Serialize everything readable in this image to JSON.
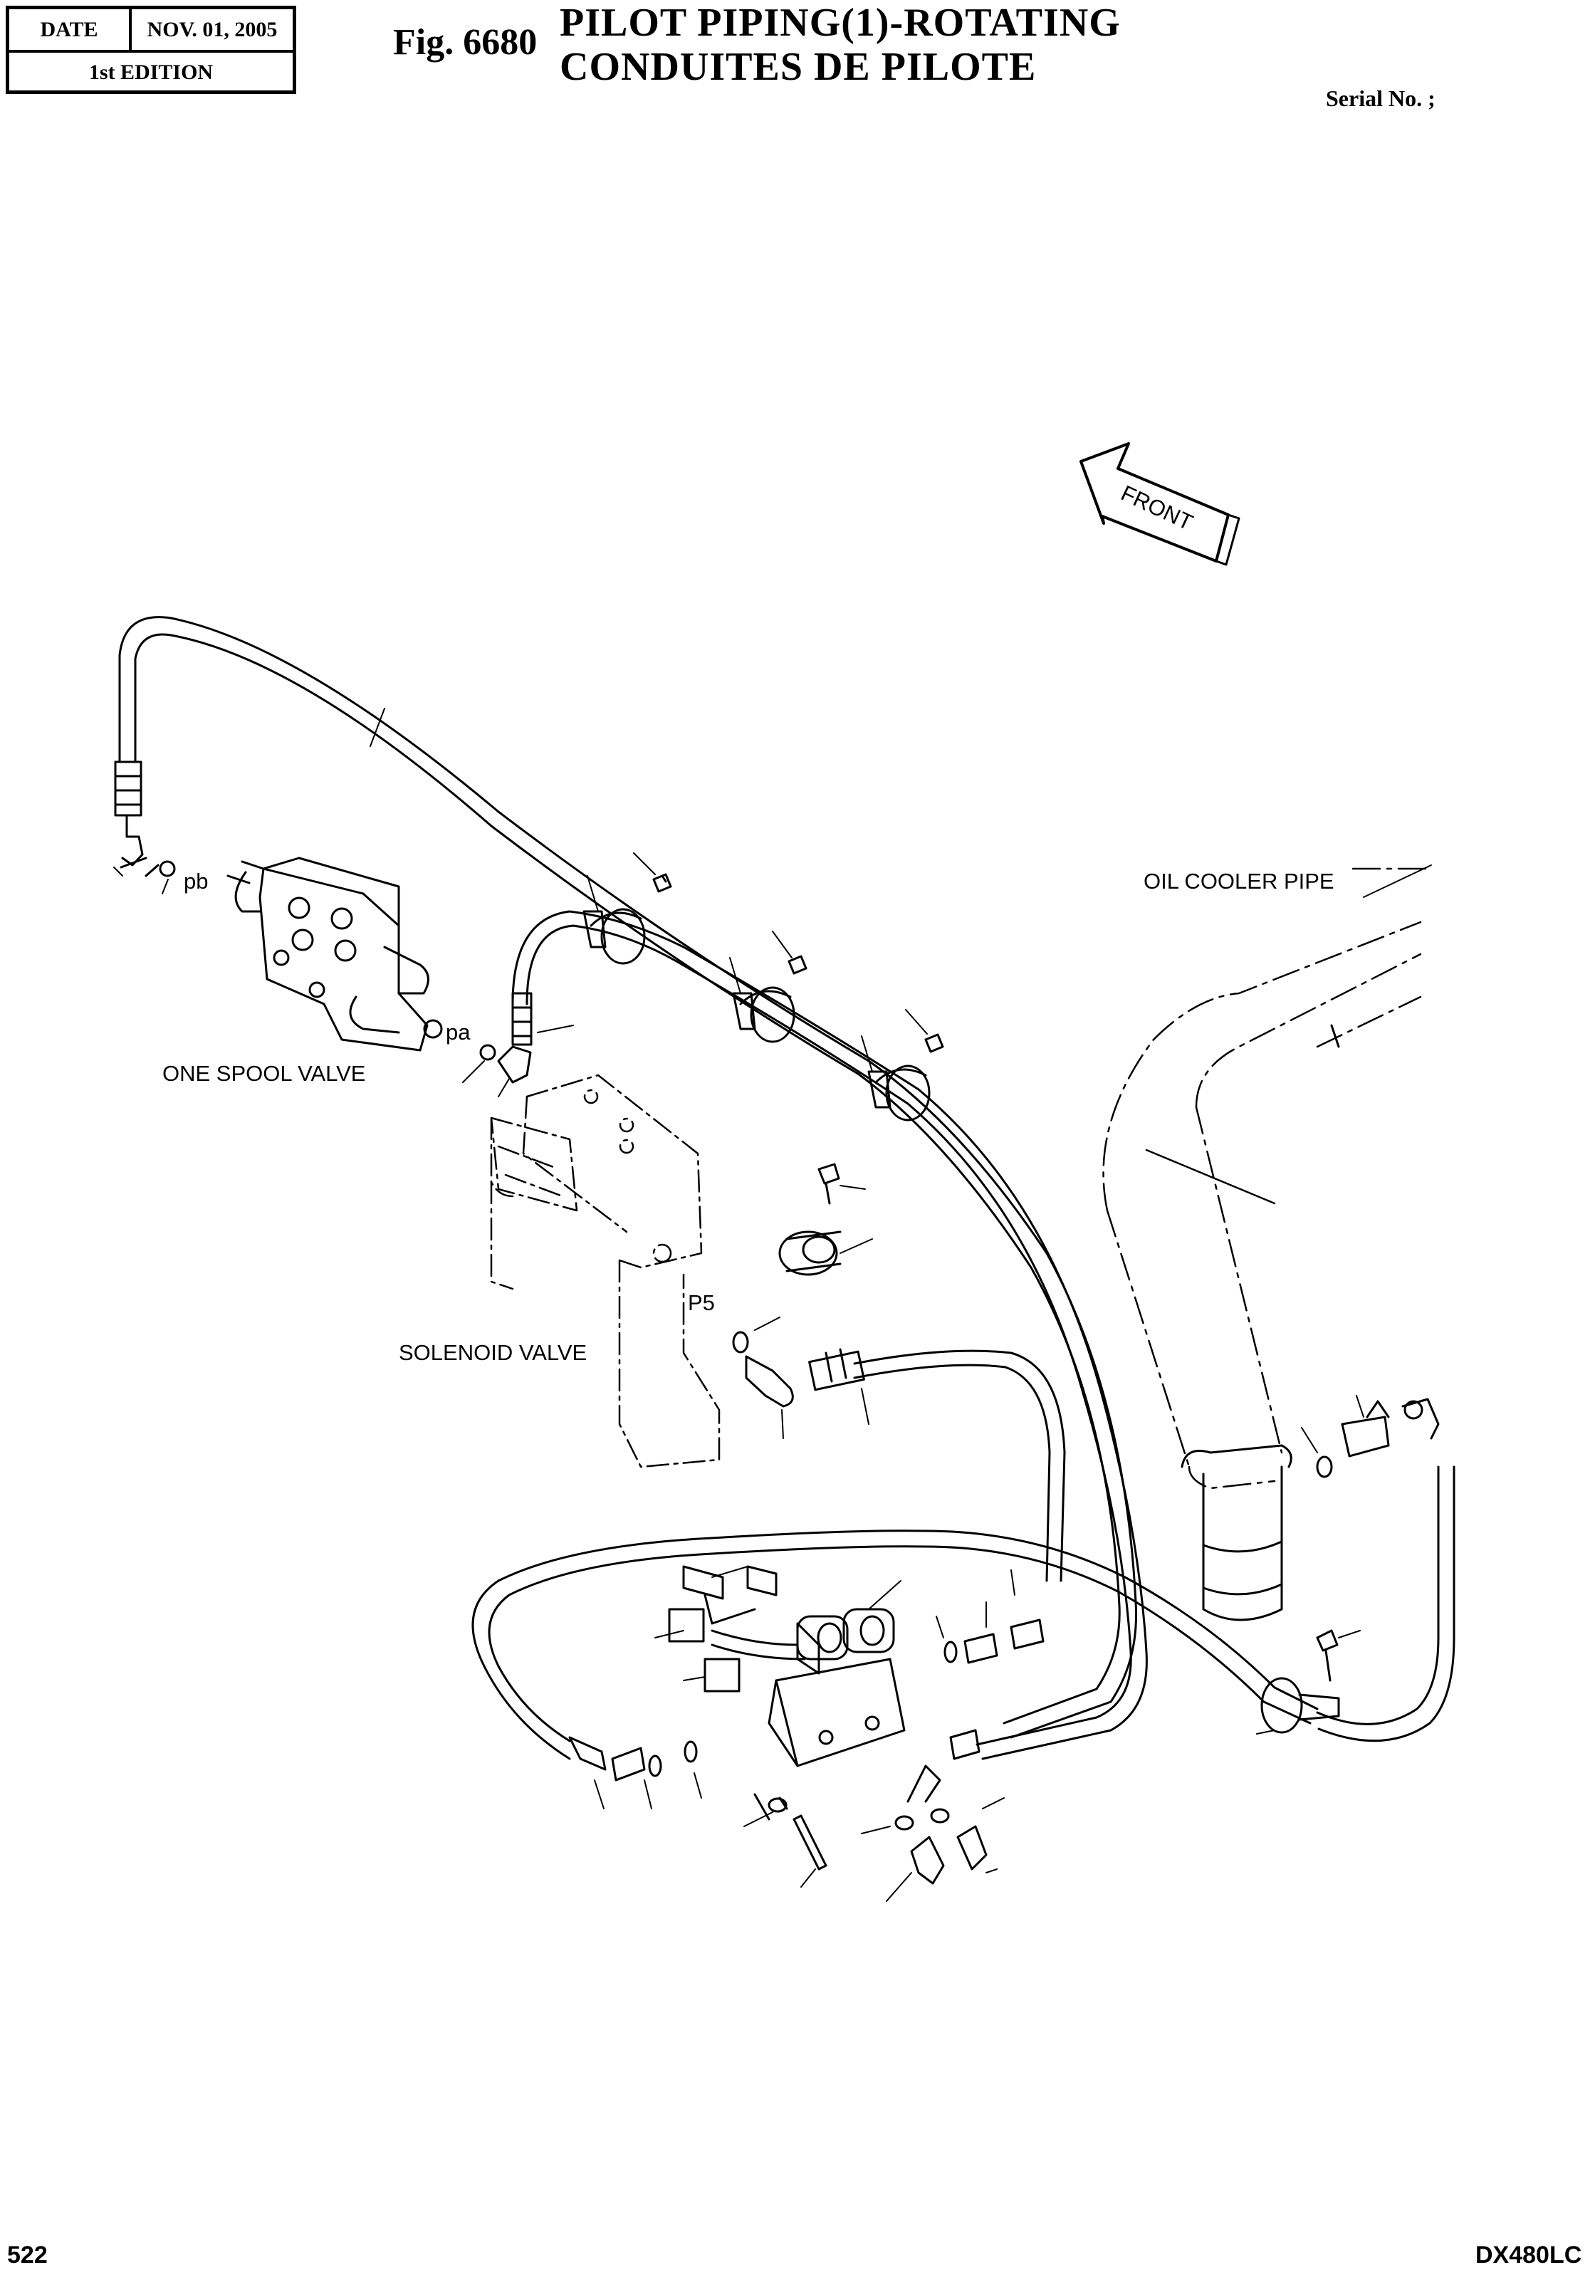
{
  "header": {
    "date_label": "DATE",
    "date_value": "NOV. 01, 2005",
    "edition": "1st EDITION",
    "fig_label": "Fig.  6680",
    "title_line1": "PILOT  PIPING(1)-ROTATING",
    "title_line2": "CONDUITES  DE  PILOTE",
    "serial": "Serial No. ;"
  },
  "diagram": {
    "front_arrow": "FRONT",
    "labels": {
      "oil_cooler_pipe": "OIL COOLER PIPE",
      "pb": "pb",
      "pa": "pa",
      "one_spool_valve": "ONE SPOOL VALVE",
      "p5": "P5",
      "solenoid_valve": "SOLENOID VALVE"
    }
  },
  "footer": {
    "page_number": "522",
    "model": "DX480LC"
  }
}
